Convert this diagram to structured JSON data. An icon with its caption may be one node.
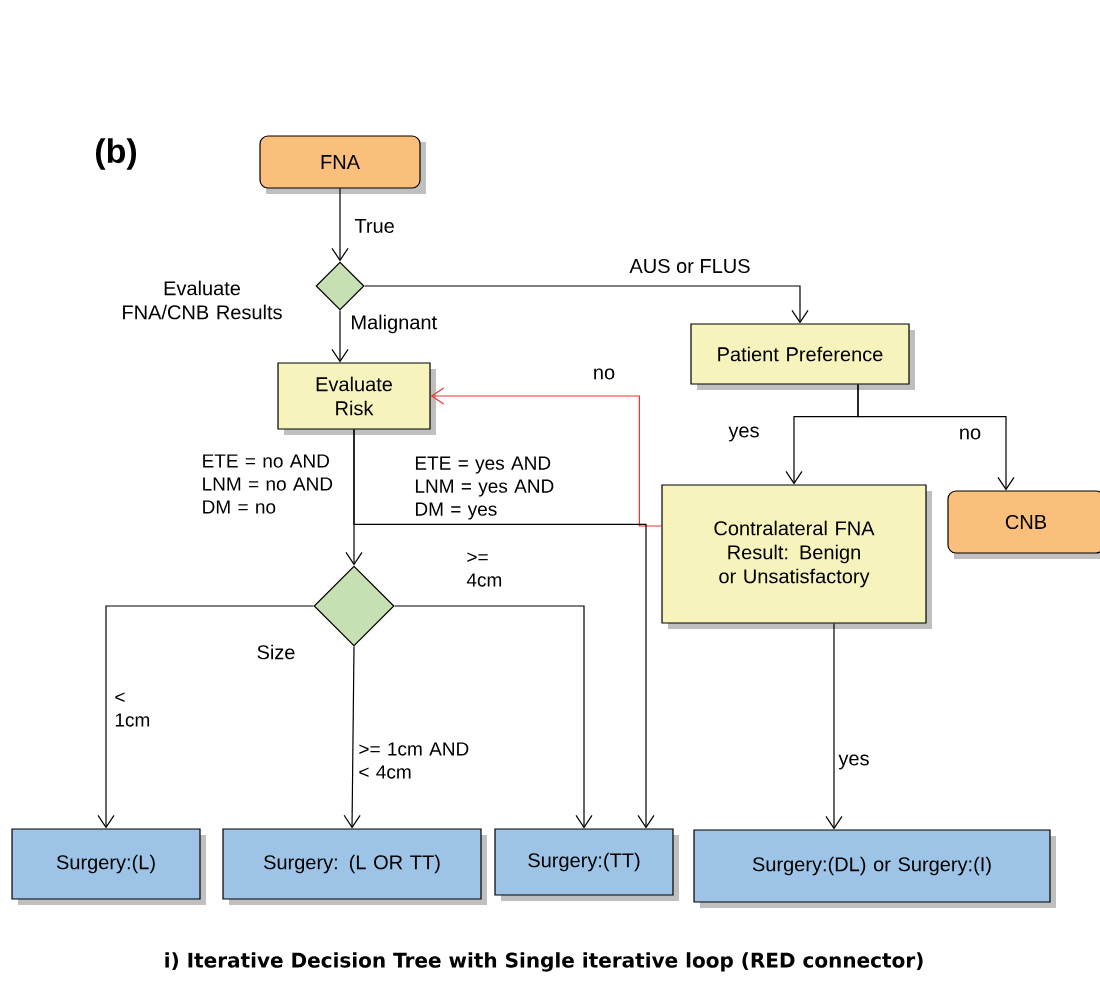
{
  "diagram": {
    "caption": "i) Iterative Decision Tree with Single iterative loop (RED connector)",
    "nodes": [
      {
        "text": [
          "FNA"
        ]
      },
      {
        "text": [],
        "shape": "diamond",
        "beside": [
          "Evaluate FNA/CNB Results"
        ]
      },
      {
        "text": [
          "Evaluate Risk"
        ]
      },
      {
        "text": [
          "Patient Preference"
        ]
      },
      {
        "text": [
          "Contralateral FNA Result: Benign or Unsatisfactory"
        ]
      },
      {
        "text": [
          "CNB"
        ]
      },
      {
        "text": [],
        "shape": "diamond",
        "beside": [
          "Size"
        ]
      },
      {
        "text": [
          "Surgery:(L)"
        ]
      },
      {
        "text": [
          "Surgery: (L OR TT)"
        ]
      },
      {
        "text": [
          "Surgery:(TT)"
        ]
      },
      {
        "text": [
          "Surgery:(DL) or Surgery:(I)"
        ]
      }
    ],
    "edges": [
      {
        "from": 0,
        "to": 1,
        "arrow": "to",
        "label": "True"
      },
      {
        "from": 1,
        "to": 2,
        "arrow": "to",
        "label": "Malignant"
      },
      {
        "from": 1,
        "to": 3,
        "arrow": "to",
        "label": "AUS or FLUS"
      },
      {
        "from": 3,
        "to": 4,
        "arrow": "to",
        "label": "yes"
      },
      {
        "from": 3,
        "to": 5,
        "arrow": "to",
        "label": "no"
      },
      {
        "from": 4,
        "to": 2,
        "arrow": "to",
        "label": "no",
        "color": "#ee3333"
      },
      {
        "from": 2,
        "to": 6,
        "arrow": "to",
        "label": "ETE = no AND LNM = no AND DM = no"
      },
      {
        "from": 2,
        "to": 9,
        "arrow": "to",
        "label": "ETE = yes AND LNM = yes AND DM = yes"
      },
      {
        "from": 6,
        "to": 7,
        "arrow": "to",
        "label": "< 1cm"
      },
      {
        "from": 6,
        "to": 8,
        "arrow": "to",
        "label": ">= 1cm AND < 4cm"
      },
      {
        "from": 6,
        "to": 9,
        "arrow": "to",
        "label": ">= 4cm"
      },
      {
        "from": 4,
        "to": 10,
        "arrow": "to",
        "label": "yes"
      }
    ],
    "labels": [
      "(b)"
    ]
  }
}
